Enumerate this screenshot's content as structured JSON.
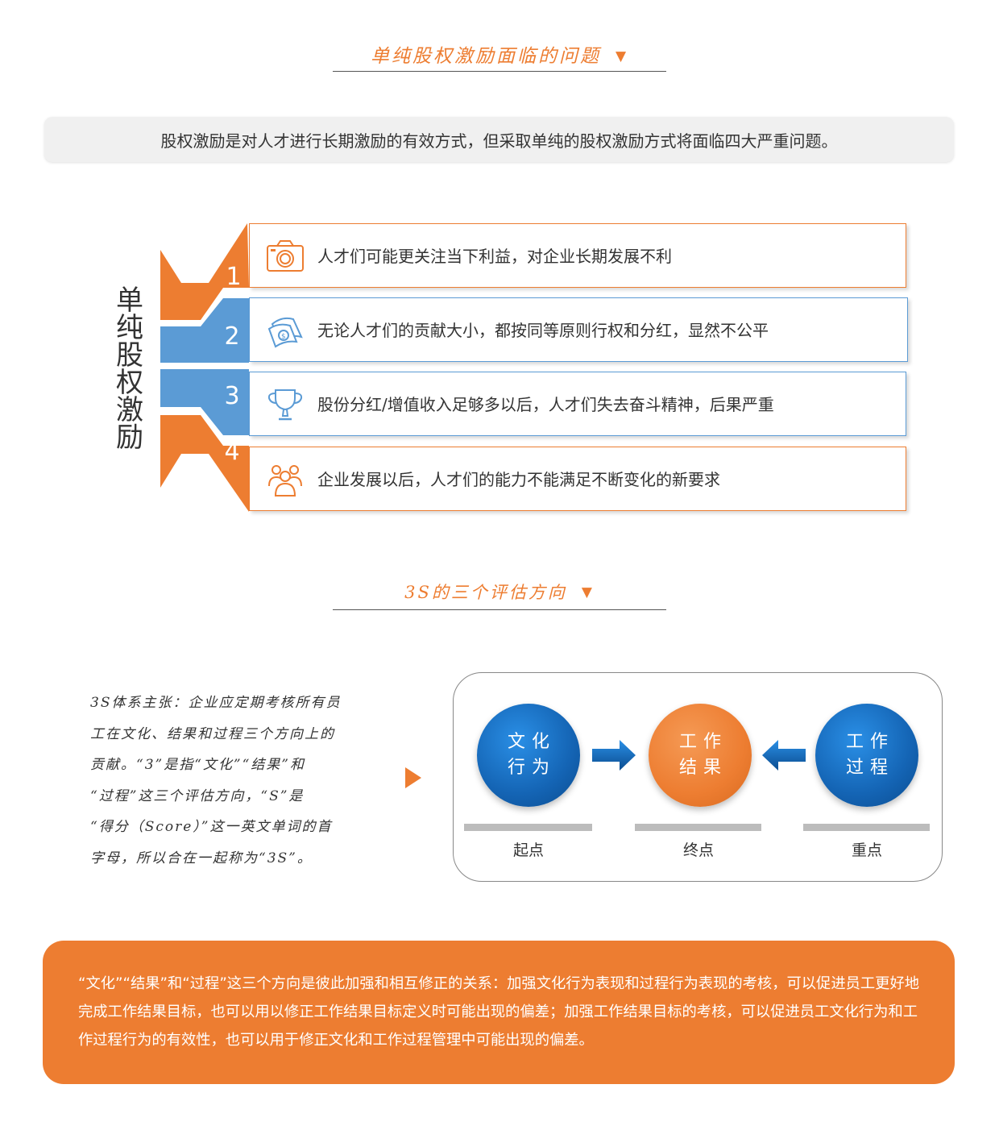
{
  "section1": {
    "title": "单纯股权激励面临的问题",
    "arrow": "▼"
  },
  "intro": "股权激励是对人才进行长期激励的有效方式，但采取单纯的股权激励方式将面临四大严重问题。",
  "label_chars": [
    "单",
    "纯",
    "股",
    "权",
    "激",
    "励"
  ],
  "colors": {
    "orange": "#ed7d31",
    "blue": "#5b9bd5",
    "dark_blue": "#1464b4",
    "gray_bar": "#bcbcbc"
  },
  "issues": [
    {
      "num": "1",
      "icon": "camera-icon",
      "text": "人才们可能更关注当下利益，对企业长期发展不利"
    },
    {
      "num": "2",
      "icon": "money-icon",
      "text": "无论人才们的贡献大小，都按同等原则行权和分红，显然不公平"
    },
    {
      "num": "3",
      "icon": "trophy-icon",
      "text": "股份分红/增值收入足够多以后，人才们失去奋斗精神，后果严重"
    },
    {
      "num": "4",
      "icon": "people-icon",
      "text": "企业发展以后，人才们的能力不能满足不断变化的新要求"
    }
  ],
  "section2": {
    "title": "3S的三个评估方向",
    "arrow": "▼"
  },
  "handwritten": [
    "3S体系主张：企业应定期考核所有员",
    "工在文化、结果和过程三个方向上的",
    "贡献。“3”是指“文化”“结果”和",
    "“过程”这三个评估方向，“S”是",
    "“得分（Score）”这一英文单词的首",
    "字母，所以合在一起称为“3S”。"
  ],
  "circles": [
    {
      "line1": "文化",
      "line2": "行为",
      "label": "起点"
    },
    {
      "line1": "工作",
      "line2": "结果",
      "label": "终点"
    },
    {
      "line1": "工作",
      "line2": "过程",
      "label": "重点"
    }
  ],
  "bottom": "“文化”“结果”和“过程”这三个方向是彼此加强和相互修正的关系：加强文化行为表现和过程行为表现的考核，可以促进员工更好地完成工作结果目标，也可以用以修正工作结果目标定义时可能出现的偏差；加强工作结果目标的考核，可以促进员工文化行为和工作过程行为的有效性，也可以用于修正文化和工作过程管理中可能出现的偏差。"
}
